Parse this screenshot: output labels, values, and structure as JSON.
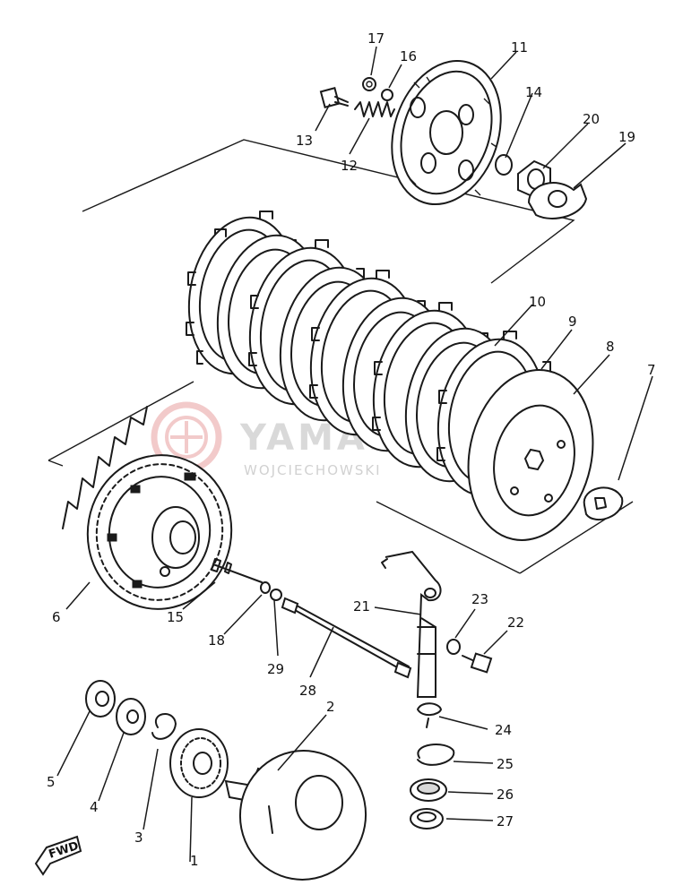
{
  "diagram": {
    "part_labels": [
      "1",
      "2",
      "3",
      "4",
      "5",
      "6",
      "7",
      "8",
      "9",
      "10",
      "11",
      "12",
      "13",
      "14",
      "15",
      "16",
      "17",
      "18",
      "19",
      "20",
      "21",
      "22",
      "23",
      "24",
      "25",
      "26",
      "27",
      "28",
      "29"
    ],
    "fwd_mark": "FWD",
    "watermark": {
      "brand": "YAMAHA",
      "subtitle": "WOJCIECHOWSKI"
    },
    "colors": {
      "line": "#1a1a1a",
      "watermark_logo": "#e8a0a0",
      "watermark_text": "#b9b9b9"
    }
  }
}
